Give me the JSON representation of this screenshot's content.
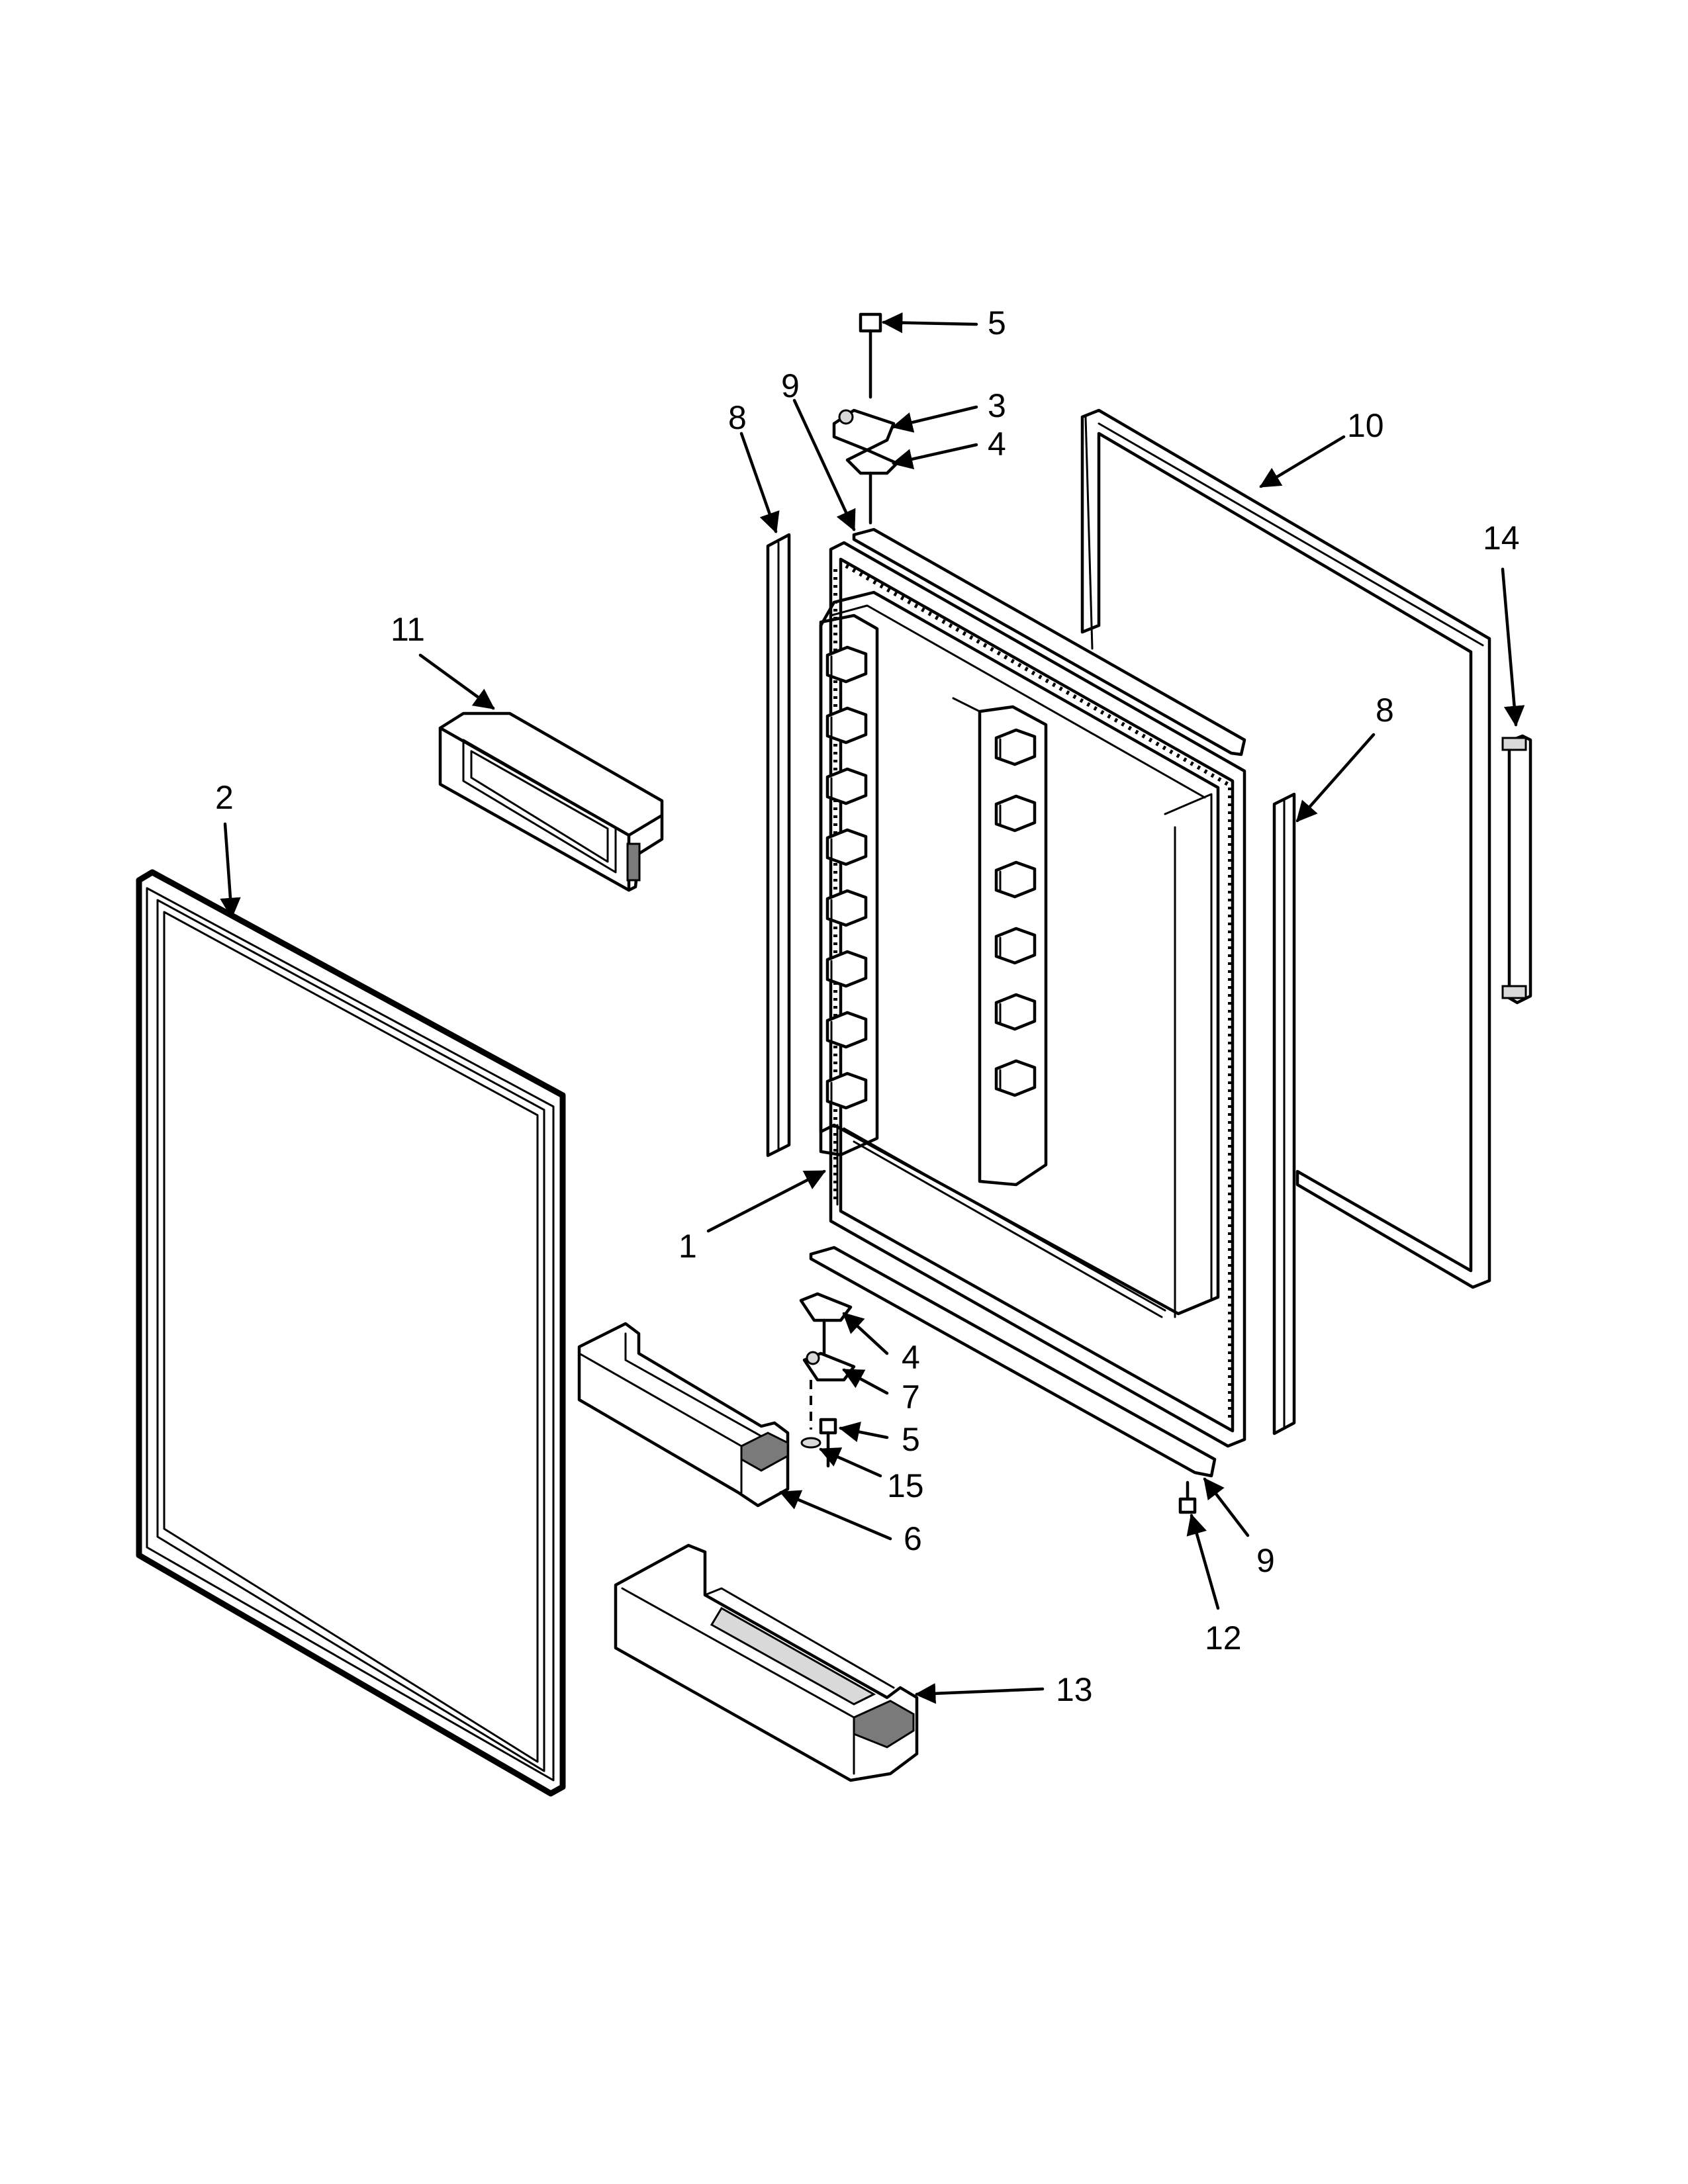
{
  "diagram": {
    "type": "exploded-parts-diagram",
    "parts": [
      {
        "id": "door-liner",
        "callout": "1"
      },
      {
        "id": "door-gasket",
        "callout": "2"
      },
      {
        "id": "hinge-top",
        "callout": "3"
      },
      {
        "id": "shim-top",
        "callout": "4"
      },
      {
        "id": "shim-bottom",
        "callout": "4"
      },
      {
        "id": "screw-top",
        "callout": "5"
      },
      {
        "id": "screw-bottom",
        "callout": "5"
      },
      {
        "id": "door-bin-small",
        "callout": "6"
      },
      {
        "id": "hinge-bottom",
        "callout": "7"
      },
      {
        "id": "trim-left",
        "callout": "8"
      },
      {
        "id": "trim-right",
        "callout": "8"
      },
      {
        "id": "end-cap-top",
        "callout": "9"
      },
      {
        "id": "end-cap-bottom",
        "callout": "9"
      },
      {
        "id": "panel-frame",
        "callout": "10"
      },
      {
        "id": "dairy-bin",
        "callout": "11"
      },
      {
        "id": "screw-12",
        "callout": "12"
      },
      {
        "id": "door-bin-large",
        "callout": "13"
      },
      {
        "id": "handle-14",
        "callout": "14"
      },
      {
        "id": "washer",
        "callout": "15"
      }
    ]
  }
}
